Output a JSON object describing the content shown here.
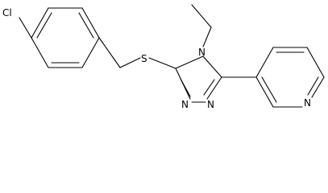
{
  "molecule": {
    "atoms": {
      "cl": "Cl",
      "s": "S",
      "n_ring": "N",
      "n_a": "N",
      "n_b": "N",
      "n_pyridine": "N"
    }
  }
}
